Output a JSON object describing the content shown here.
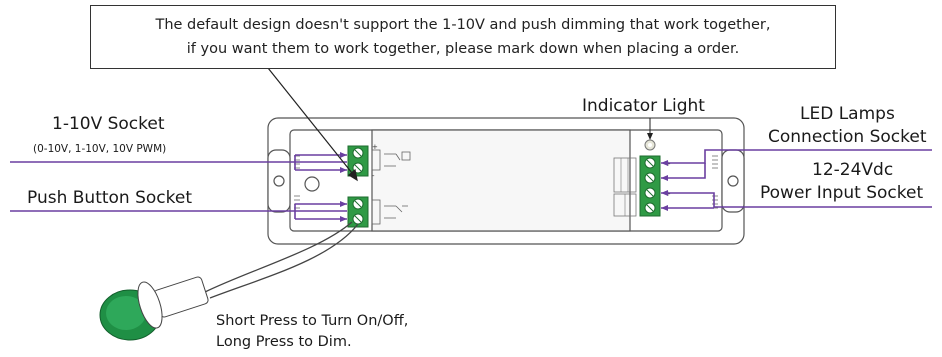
{
  "note": {
    "line1": "The default design doesn't support the 1-10V and push dimming that work together,",
    "line2": "if you want them to work together, please mark down when placing a order."
  },
  "labels": {
    "socket_1_10v": "1-10V Socket",
    "socket_1_10v_modes": "(0-10V, 1-10V, 10V PWM)",
    "push_button_socket": "Push Button Socket",
    "indicator_light": "Indicator Light",
    "led_lamps_line1": "LED Lamps",
    "led_lamps_line2": "Connection Socket",
    "power_line1": "12-24Vdc",
    "power_line2": "Power Input Socket",
    "press_line1": "Short Press to Turn On/Off,",
    "press_line2": "Long Press to Dim."
  },
  "colors": {
    "lead_line": "#6a3fa0",
    "terminal_green": "#2f9a45",
    "button_green": "#1f8f45",
    "outline": "#555555"
  }
}
